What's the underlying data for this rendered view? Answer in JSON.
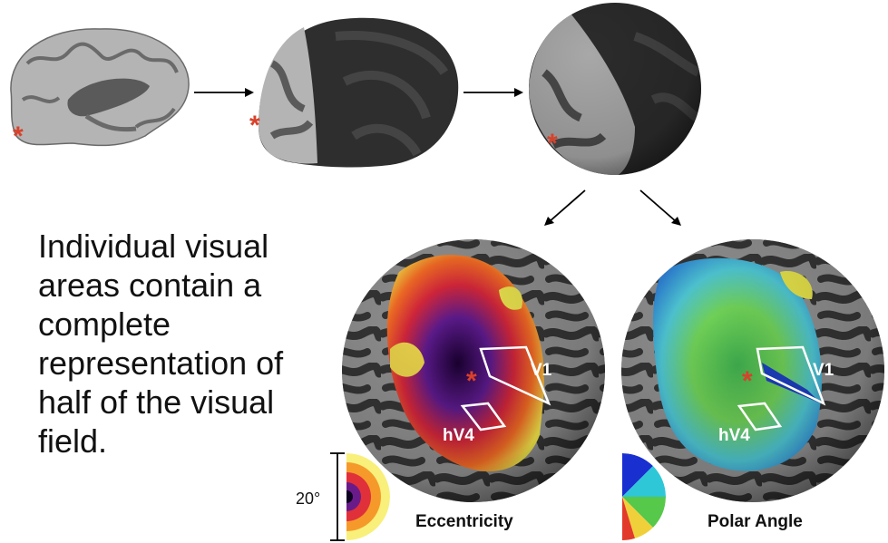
{
  "caption": "Individual visual areas contain a complete representation of half of the visual field.",
  "scale_label": "20°",
  "maps": [
    {
      "title": "Eccentricity",
      "roi_labels": [
        "V1",
        "hV4"
      ]
    },
    {
      "title": "Polar Angle",
      "roi_labels": [
        "V1",
        "hV4"
      ]
    }
  ],
  "colors": {
    "cortex_light": "#b4b4b4",
    "cortex_dark": "#3a3a3a",
    "marker": "#d8412a",
    "roi_outline": "#ffffff"
  },
  "icons": [
    "brain-medial-surface",
    "inflated-hemisphere",
    "spherical-occipital-view",
    "asterisk-marker"
  ]
}
